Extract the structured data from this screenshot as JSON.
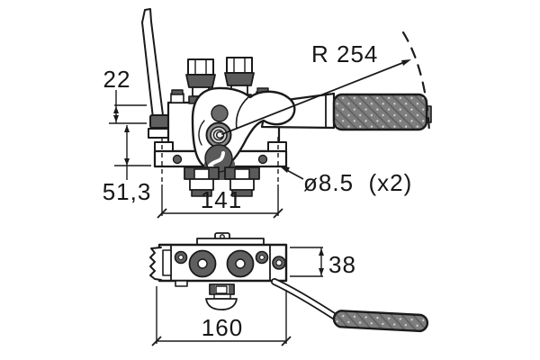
{
  "drawing": {
    "side_view": {
      "labels": {
        "lever_offset": "22",
        "body_height": "51,3",
        "hole_spacing": "141",
        "swing_radius": "R 254",
        "mount_holes": "ø8.5  (x2)"
      }
    },
    "plan_view": {
      "labels": {
        "body_depth": "38",
        "overall_length": "160"
      }
    },
    "colors": {
      "line": "#1a1a1a",
      "dark_fill": "#5a5a5a",
      "grip_fill": "#7e7e7e",
      "background": "#ffffff"
    }
  }
}
